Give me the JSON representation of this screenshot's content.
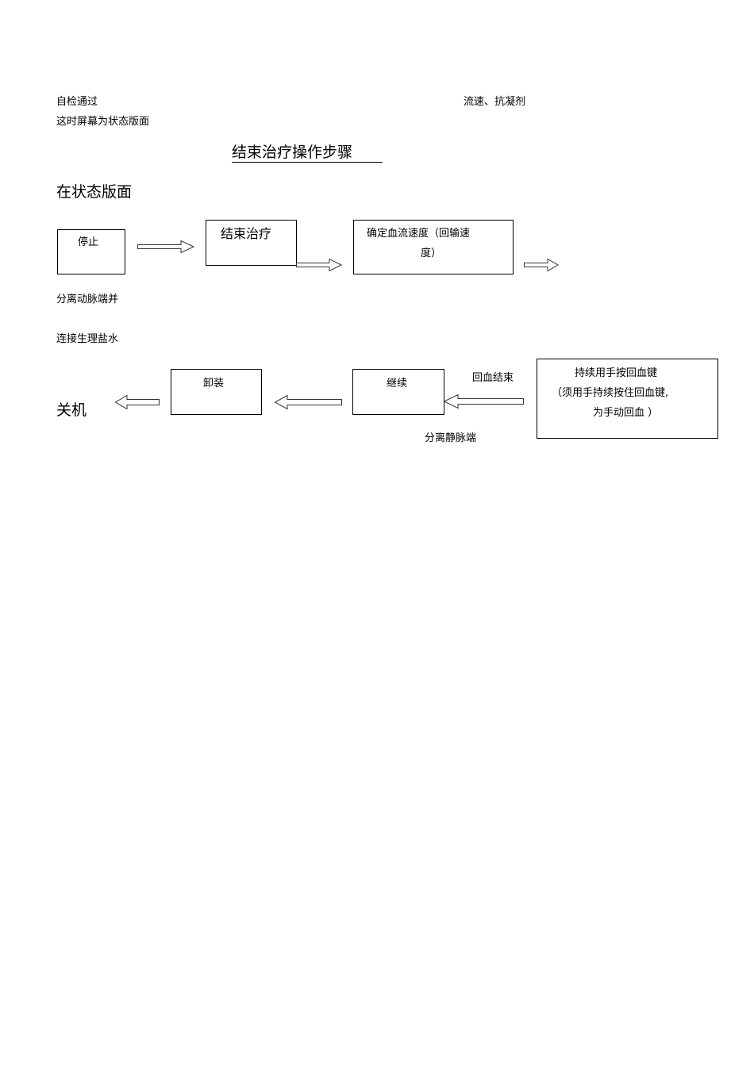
{
  "top_notes": {
    "left_line1": "自检通过",
    "right_line1": "流速、抗凝剂",
    "left_line2": "这时屏幕为状态版面"
  },
  "title": "结束治疗操作步骤",
  "subtitle": "在状态版面",
  "flow": {
    "stop": "停止",
    "end_treatment": "结束治疗",
    "set_flow_line1": "确定血流速度（回输速",
    "set_flow_line2": "度）",
    "note_arterial_1": "分离动脉端并",
    "note_arterial_2": "连接生理盐水",
    "hold_line1": "持续用手按回血键",
    "hold_line2": "（须用手持续按住回血键,",
    "hold_line3": "为手动回血 ）",
    "return_done": "回血结束",
    "separate_venous": "分离静脉端",
    "continue": "继续",
    "unload": "卸装",
    "shutdown": "关机"
  }
}
